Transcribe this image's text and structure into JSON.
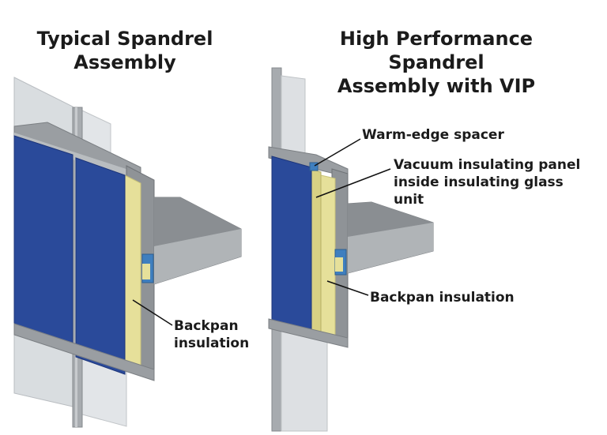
{
  "left_panel": {
    "title_line1": "Typical Spandrel",
    "title_line2": "Assembly",
    "label_backpan_line1": "Backpan",
    "label_backpan_line2": "insulation"
  },
  "right_panel": {
    "title_line1": "High Performance Spandrel",
    "title_line2": "Assembly with VIP",
    "label_spacer": "Warm-edge spacer",
    "label_vip_line1": "Vacuum insulating panel",
    "label_vip_line2": "inside insulating glass",
    "label_vip_line3": "unit",
    "label_backpan": "Backpan insulation"
  },
  "colors": {
    "spandrel_blue": "#2a4a9a",
    "insulation_yellow": "#e6e09a",
    "aluminum_gray": "#a4a8ac",
    "glass_light": "#d8dcdf",
    "spacer_blue": "#3f7fbf"
  }
}
